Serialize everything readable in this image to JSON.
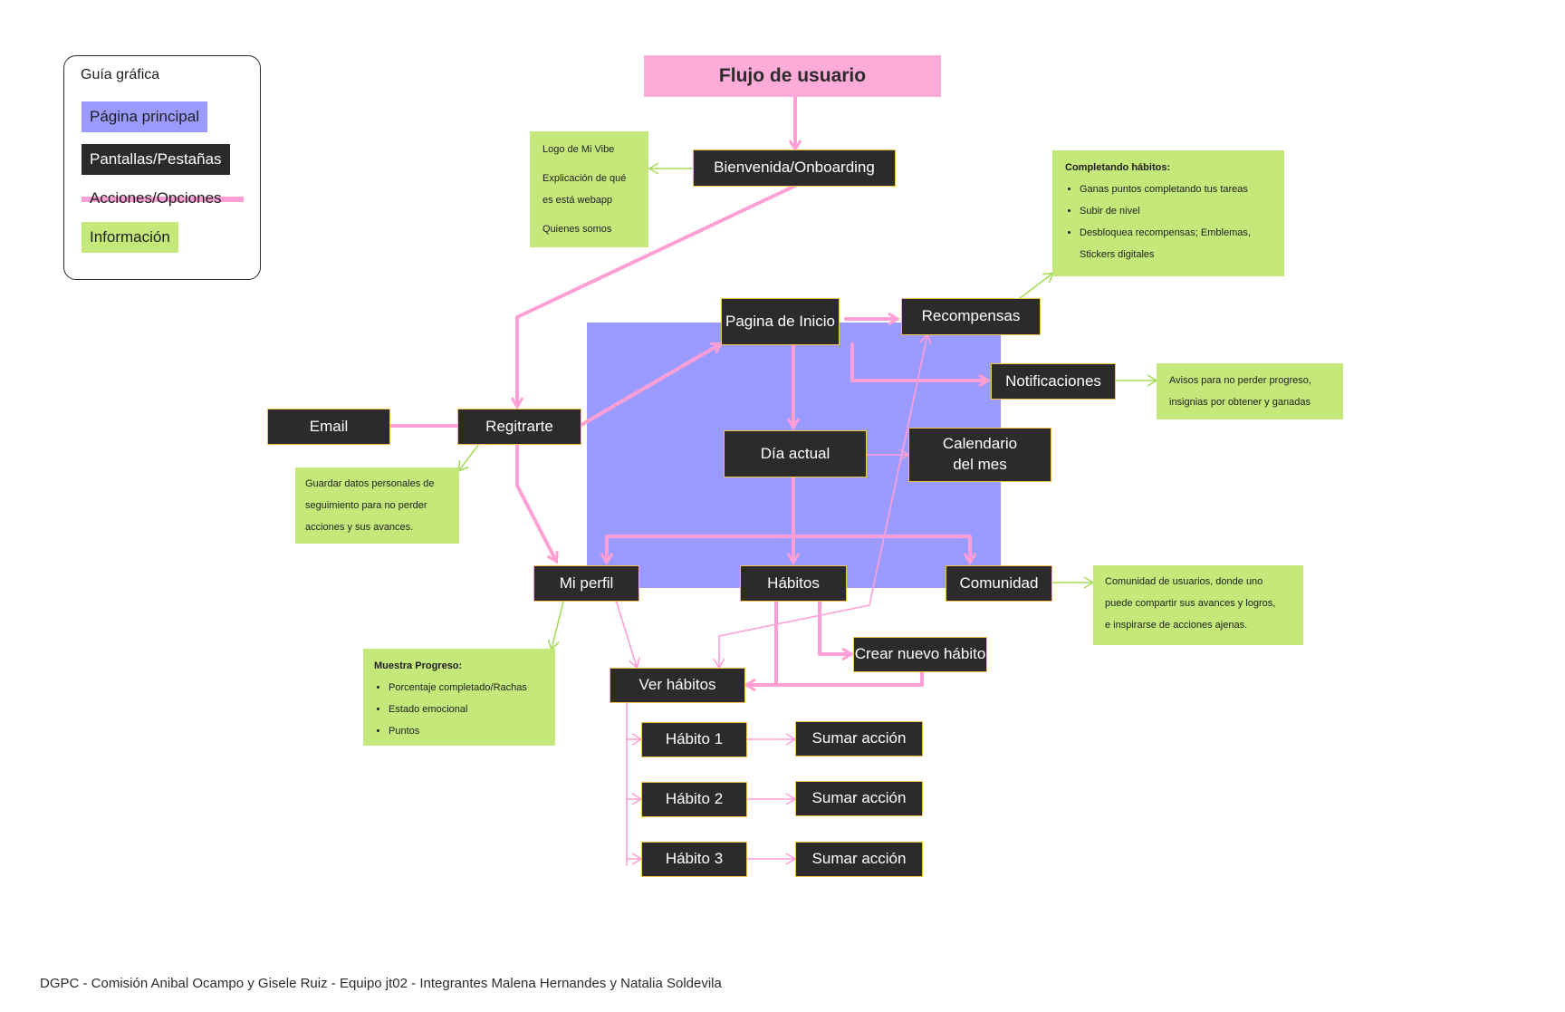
{
  "title": "Flujo de usuario",
  "legend": {
    "title": "Guía gráfica",
    "items": [
      {
        "label": "Página principal"
      },
      {
        "label": "Pantallas/Pestañas"
      },
      {
        "label": "Acciones/Opciones"
      },
      {
        "label": "Información"
      }
    ]
  },
  "colors": {
    "main_page": "#9b9bff",
    "screen": "#2b2b2b",
    "screen_border": "#f2c14e",
    "action_arrow": "#ff9fd6",
    "info": "#c5e87a",
    "title": "#ffabd9"
  },
  "screens": {
    "bienvenida": "Bienvenida/Onboarding",
    "pagina_inicio": "Pagina de Inicio",
    "recompensas": "Recompensas",
    "notificaciones": "Notificaciones",
    "email": "Email",
    "registrarte": "Regitrarte",
    "dia_actual": "Día actual",
    "calendario": "Calendario\ndel mes",
    "mi_perfil": "Mi perfil",
    "habitos": "Hábitos",
    "comunidad": "Comunidad",
    "crear_habito": "Crear nuevo hábito",
    "ver_habitos": "Ver hábitos",
    "habito_1": "Hábito 1",
    "habito_2": "Hábito 2",
    "habito_3": "Hábito 3",
    "sumar_1": "Sumar acción",
    "sumar_2": "Sumar acción",
    "sumar_3": "Sumar acción"
  },
  "info": {
    "logo": {
      "lines": [
        "Logo de Mi Vibe",
        "Explicación de qué",
        "es está webapp",
        "Quienes somos"
      ]
    },
    "recompensas": {
      "heading": "Completando hábitos:",
      "bullets": [
        "Ganas puntos completando tus tareas",
        "Subir de nivel",
        "Desbloquea recompensas; Emblemas,",
        "Stickers digitales"
      ]
    },
    "notificaciones": {
      "lines": [
        "Avisos para no perder progreso,",
        "insignias por obtener y ganadas"
      ]
    },
    "registro": {
      "lines": [
        "Guardar datos personales de",
        "seguimiento para no perder",
        "acciones y sus avances."
      ]
    },
    "comunidad": {
      "lines": [
        "Comunidad de usuarios, donde uno",
        "puede compartir sus avances y logros,",
        "e inspirarse de acciones ajenas."
      ]
    },
    "perfil": {
      "heading": "Muestra Progreso:",
      "bullets": [
        "Porcentaje completado/Rachas",
        "Estado emocional",
        "Puntos"
      ]
    }
  },
  "footer": "DGPC - Comisión Anibal Ocampo y Gisele Ruiz - Equipo jt02 - Integrantes Malena Hernandes y Natalia Soldevila"
}
